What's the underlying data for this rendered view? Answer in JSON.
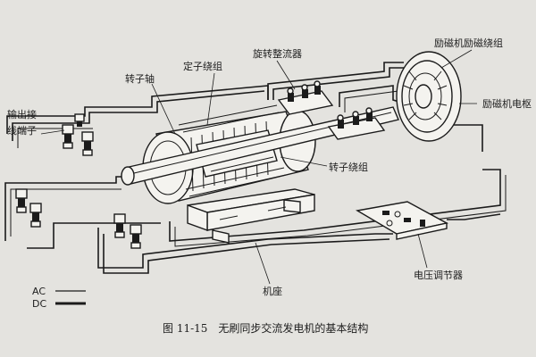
{
  "labels": {
    "rotating_rectifier": "旋转整流器",
    "exciter_windings": "励磁机励磁绕组",
    "stator_winding": "定子绕组",
    "rotor_shaft": "转子轴",
    "output_terminal_1": "输出接",
    "output_terminal_2": "线端子",
    "exciter_frame": "励磁机电枢",
    "rotor_winding": "转子绕组",
    "voltage_regulator": "电压调节器",
    "machine_base": "机座"
  },
  "legend": {
    "ac": "AC",
    "dc": "DC"
  },
  "caption": "图 11-15　无刷同步交流发电机的基本结构"
}
